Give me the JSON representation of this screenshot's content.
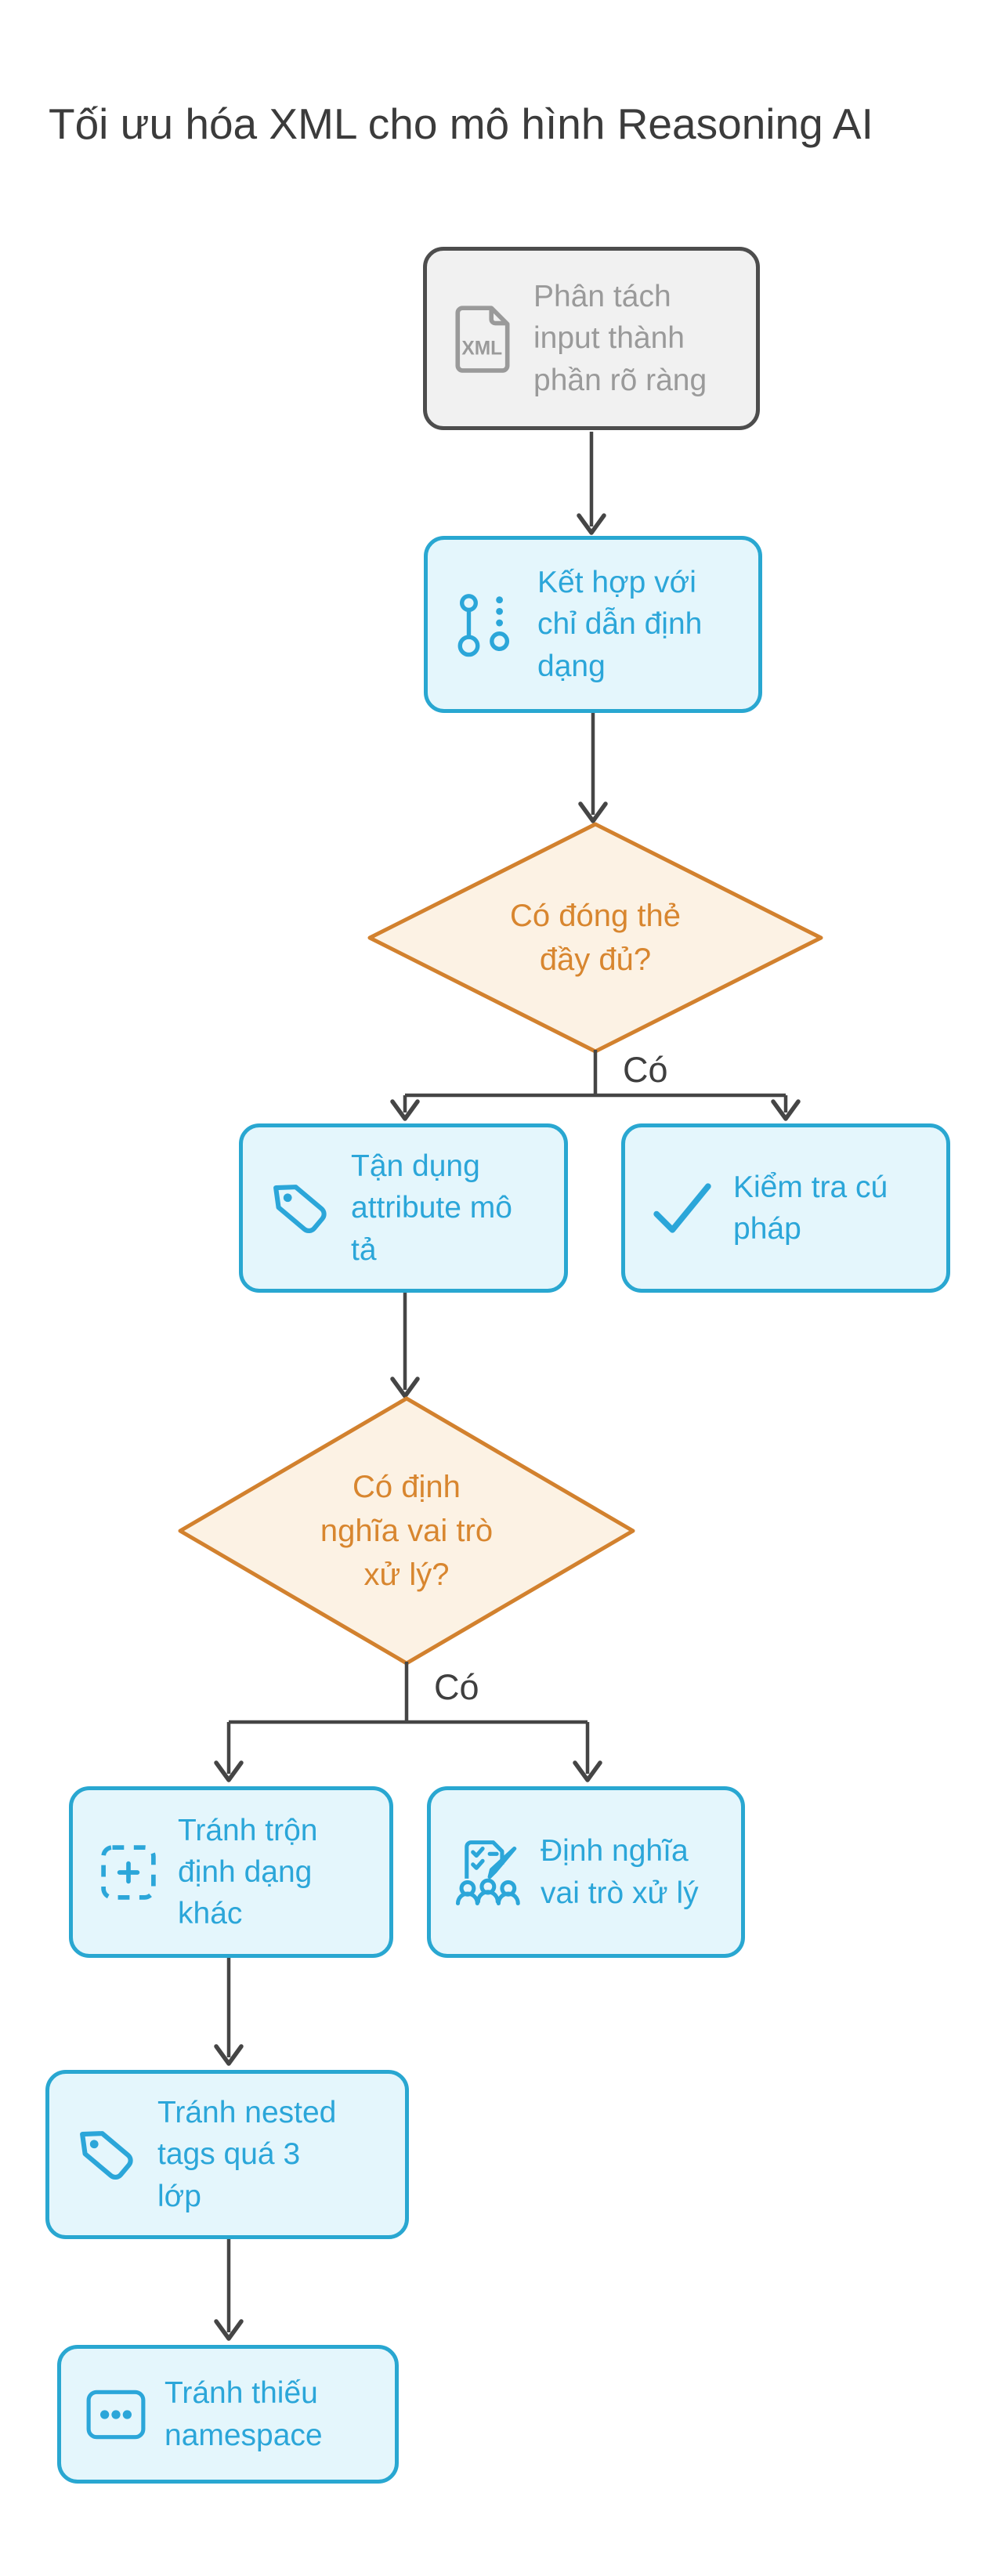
{
  "title": "Tối ưu hóa XML cho mô hình Reasoning AI",
  "nodes": {
    "parse_input": {
      "label": "Phân tách\ninput thành\nphần rõ ràng",
      "icon": "xml-file-icon",
      "style": "gray"
    },
    "combine_format": {
      "label": "Kết hợp với\nchỉ dẫn định\ndạng",
      "icon": "workflow-steps-icon",
      "style": "blue"
    },
    "use_attributes": {
      "label": "Tận dụng\nattribute mô\ntả",
      "icon": "tag-icon",
      "style": "blue"
    },
    "check_syntax": {
      "label": "Kiểm tra cú\npháp",
      "icon": "check-icon",
      "style": "blue"
    },
    "avoid_mixing": {
      "label": "Tránh trộn\nđịnh dạng\nkhác",
      "icon": "selection-frame-icon",
      "style": "blue"
    },
    "define_roles": {
      "label": "Định nghĩa\nvai trò xử lý",
      "icon": "roles-doc-icon",
      "style": "blue"
    },
    "avoid_deep_nesting": {
      "label": "Tránh nested\ntags quá 3\nlớp",
      "icon": "tag-icon",
      "style": "blue"
    },
    "avoid_missing_ns": {
      "label": "Tránh thiếu\nnamespace",
      "icon": "ellipsis-box-icon",
      "style": "blue"
    }
  },
  "decisions": {
    "closed_tags": {
      "label": "Có đóng thẻ\nđầy đủ?"
    },
    "roles_defined": {
      "label": "Có định\nnghĩa vai trò\nxử lý?"
    }
  },
  "edge_labels": {
    "yes1": "Có",
    "yes2": "Có"
  },
  "colors": {
    "blue_border": "#29a7d1",
    "blue_fill": "#e4f6fc",
    "blue_text": "#2ba6d9",
    "orange_border": "#d2812e",
    "orange_fill": "#fcf2e4",
    "orange_text": "#d8862f",
    "gray_border": "#4d4d4d",
    "gray_fill": "#f1f1f1",
    "gray_text": "#9a9a9a",
    "connector": "#454545",
    "title_text": "#3b3b3b"
  }
}
